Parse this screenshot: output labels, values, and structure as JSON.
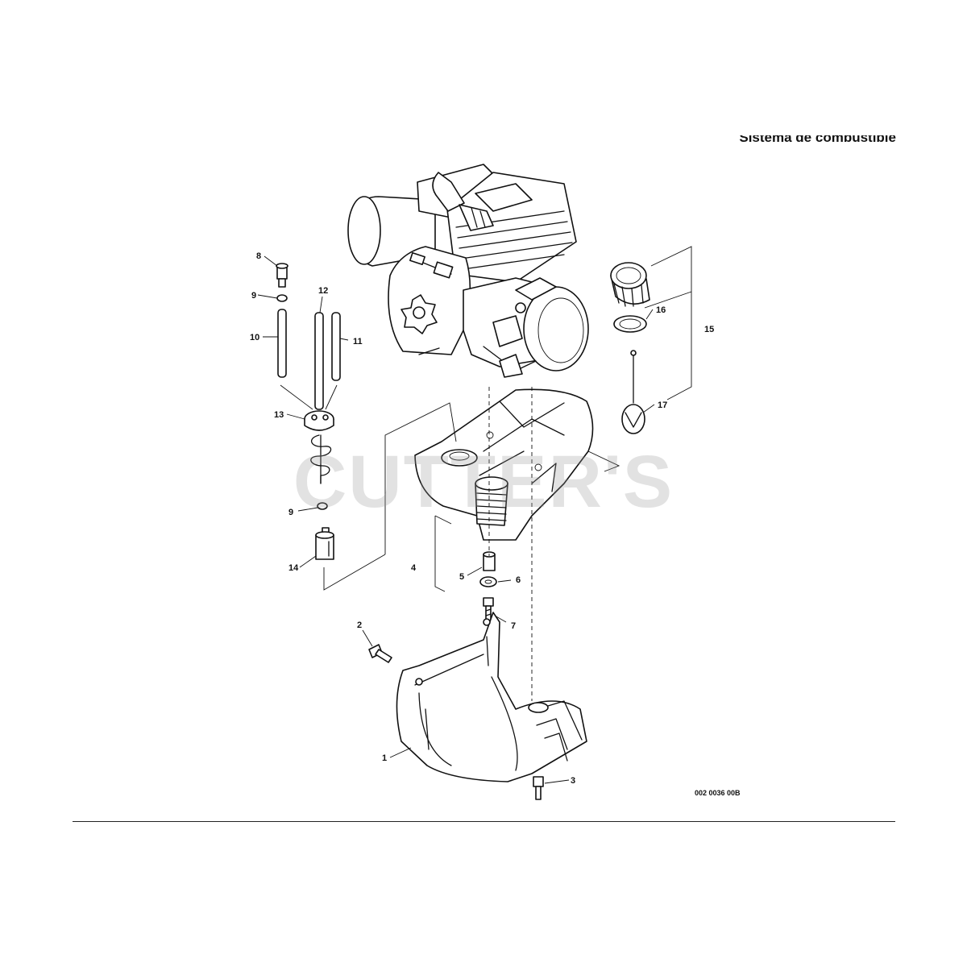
{
  "title": "Sistema de combustible",
  "watermark": "CUTTER'S",
  "drawing_code": "002 0036 00B",
  "callouts": {
    "1": "1",
    "2": "2",
    "3": "3",
    "4": "4",
    "5": "5",
    "6": "6",
    "7": "7",
    "8": "8",
    "9": "9",
    "10": "10",
    "11": "11",
    "12": "12",
    "13": "13",
    "14": "14",
    "15": "15",
    "16": "16",
    "17": "17"
  }
}
